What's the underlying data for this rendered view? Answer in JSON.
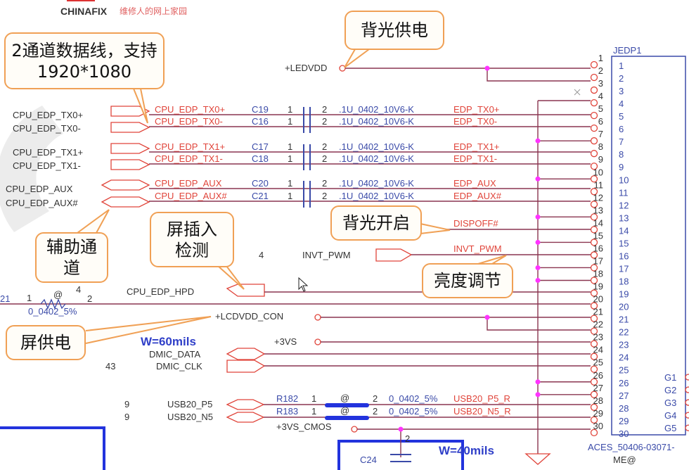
{
  "logo": {
    "brand": "CHINAFIX",
    "tagline": "维修人的网上家园"
  },
  "callouts": {
    "data_lines": "2通道数据线，支持1920*1080",
    "backlight_power": "背光供电",
    "backlight_enable": "背光开启",
    "aux_channel": "辅助通道",
    "hotplug_detect": "屏插入检测",
    "brightness": "亮度调节",
    "panel_power": "屏供电"
  },
  "ledvdd": "+LEDVDD",
  "cap_rows": [
    {
      "left": "CPU_EDP_TX0+",
      "net": "CPU_EDP_TX0+",
      "ref": "C19",
      "value": ".1U_0402_10V6-K",
      "right": "EDP_TX0+"
    },
    {
      "left": "CPU_EDP_TX0-",
      "net": "CPU_EDP_TX0-",
      "ref": "C16",
      "value": ".1U_0402_10V6-K",
      "right": "EDP_TX0-"
    },
    {
      "left": "CPU_EDP_TX1+",
      "net": "CPU_EDP_TX1+",
      "ref": "C17",
      "value": ".1U_0402_10V6-K",
      "right": "EDP_TX1+"
    },
    {
      "left": "CPU_EDP_TX1-",
      "net": "CPU_EDP_TX1-",
      "ref": "C18",
      "value": ".1U_0402_10V6-K",
      "right": "EDP_TX1-"
    },
    {
      "left": "CPU_EDP_AUX",
      "net": "CPU_EDP_AUX",
      "ref": "C20",
      "value": ".1U_0402_10V6-K",
      "right": "EDP_AUX"
    },
    {
      "left": "CPU_EDP_AUX#",
      "net": "CPU_EDP_AUX#",
      "ref": "C21",
      "value": ".1U_0402_10V6-K",
      "right": "EDP_AUX#"
    }
  ],
  "cap_pin1": "1",
  "cap_pin2": "2",
  "dispoff": "DISPOFF#",
  "invt": {
    "sheet": "4",
    "port": "INVT_PWM",
    "net": "INVT_PWM"
  },
  "hpd": {
    "port": "CPU_EDP_HPD",
    "sheet": "4"
  },
  "resistor": {
    "ref_partial": "21",
    "pin1": "1",
    "option": "@",
    "pin2": "2",
    "value": "0_0402_5%"
  },
  "lcdvdd": "+LCDVDD_CON",
  "width_note": "W=60mils",
  "vs3": "+3VS",
  "dmic": {
    "sheet": "43",
    "data": "DMIC_DATA",
    "clk": "DMIC_CLK"
  },
  "usb": [
    {
      "sheet": "9",
      "port": "USB20_P5",
      "ref": "R182",
      "pin1": "1",
      "option": "@",
      "pin2": "2",
      "value": "0_0402_5%",
      "net": "USB20_P5_R"
    },
    {
      "sheet": "9",
      "port": "USB20_N5",
      "ref": "R183",
      "pin1": "1",
      "option": "@",
      "pin2": "2",
      "value": "0_0402_5%",
      "net": "USB20_N5_R"
    }
  ],
  "cmos": "+3VS_CMOS",
  "c24": {
    "ref": "C24",
    "pin": "2"
  },
  "width_note2": "W=40mils",
  "connector": {
    "ref": "JEDP1",
    "part": "ACES_50406-03071-",
    "option": "ME@",
    "pins": [
      "1",
      "2",
      "3",
      "4",
      "5",
      "6",
      "7",
      "8",
      "9",
      "10",
      "11",
      "12",
      "13",
      "14",
      "15",
      "16",
      "17",
      "18",
      "19",
      "20",
      "21",
      "22",
      "23",
      "24",
      "25",
      "26",
      "27",
      "28",
      "29",
      "30"
    ],
    "ground_pins": [
      "G1",
      "G2",
      "G3",
      "G4",
      "G5"
    ]
  },
  "colors": {
    "wire": "#8a3550",
    "net_label": "#e0443a",
    "ref": "#3a4aa8",
    "junction": "#ff33ff",
    "callout_border": "#f0a055"
  }
}
